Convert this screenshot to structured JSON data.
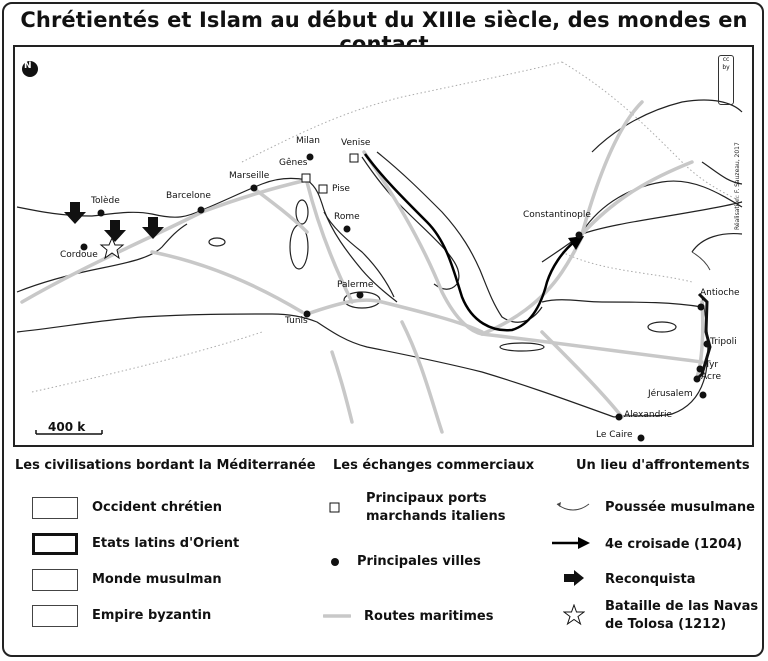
{
  "title": "Chrétientés et Islam au début du XIIIe siècle, des mondes en contact",
  "scale": "400 k",
  "credit": "Réalisation: F. Sauzeau, 2017",
  "cc": "cc by",
  "north": "N",
  "cities": {
    "milan": "Milan",
    "venise": "Venise",
    "genes": "Gênes",
    "pise": "Pise",
    "marseille": "Marseille",
    "barcelone": "Barcelone",
    "tolede": "Tolède",
    "cordoue": "Cordoue",
    "rome": "Rome",
    "palerme": "Palerme",
    "tunis": "Tunis",
    "constantinople": "Constantinople",
    "antioche": "Antioche",
    "tripoli": "Tripoli",
    "tyr": "Tyr",
    "acre": "Acre",
    "jerusalem": "Jérusalem",
    "alexandrie": "Alexandrie",
    "le_caire": "Le Caire"
  },
  "legend": {
    "civilisations": {
      "heading": "Les civilisations bordant la Méditerranée",
      "items": [
        "Occident chrétien",
        "Etats latins d'Orient",
        "Monde musulman",
        "Empire byzantin"
      ]
    },
    "echanges": {
      "heading": "Les échanges commerciaux",
      "ports": "Principaux ports marchands italiens",
      "villes": "Principales villes",
      "routes": "Routes maritimes"
    },
    "affrontements": {
      "heading": "Un lieu d'affrontements",
      "poussee": "Poussée musulmane",
      "croisade": "4e croisade (1204)",
      "reconquista": "Reconquista",
      "bataille": "Bataille de las Navas de Tolosa (1212)"
    }
  },
  "colors": {
    "route": "#c8c8c8",
    "coast": "#222222",
    "border_dotted": "#aaaaaa",
    "crusade": "#000000"
  }
}
